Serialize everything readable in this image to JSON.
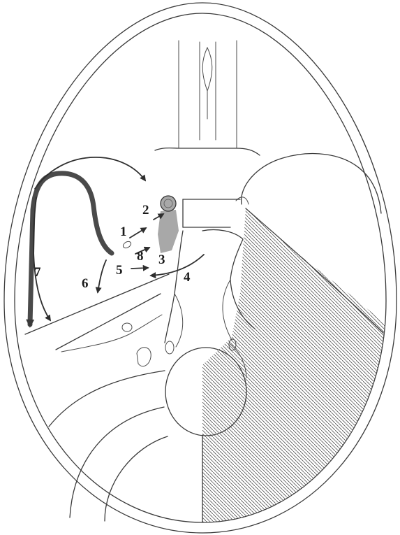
{
  "labels": [
    "1",
    "2",
    "3",
    "4",
    "5",
    "6",
    "7",
    "8"
  ],
  "colors": {
    "line": "#3a3a3a",
    "thick_path": "#4a4a4a",
    "shade": "#a8a8a8",
    "hatch": "#555555",
    "background": "#ffffff"
  }
}
